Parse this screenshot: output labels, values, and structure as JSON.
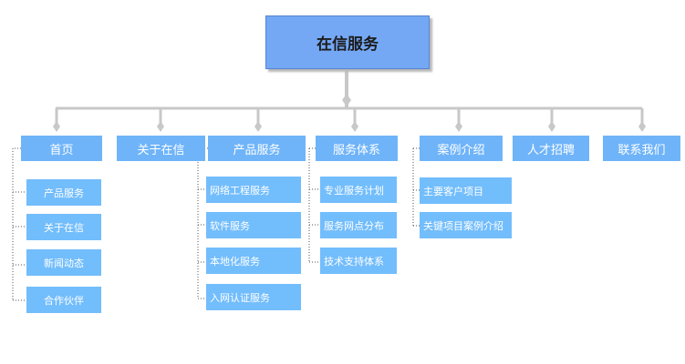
{
  "root": {
    "label": "在信服务"
  },
  "sections": [
    {
      "label": "首页",
      "items": [
        "产品服务",
        "关于在信",
        "新闻动态",
        "合作伙伴"
      ]
    },
    {
      "label": "关于在信",
      "items": []
    },
    {
      "label": "产品服务",
      "items": [
        "网络工程服务",
        "软件服务",
        "本地化服务",
        "入网认证服务"
      ]
    },
    {
      "label": "服务体系",
      "items": [
        "专业服务计划",
        "服务网点分布",
        "技术支持体系"
      ]
    },
    {
      "label": "案例介绍",
      "items": [
        "主要客户项目",
        "关键项目案例介绍"
      ]
    },
    {
      "label": "人才招聘",
      "items": []
    },
    {
      "label": "联系我们",
      "items": []
    }
  ],
  "colors": {
    "root_fill": "#74a8f5",
    "level1_fill": "#6fb4f9",
    "level2_fill": "#72bdfc",
    "connector": "#c8c8c8"
  }
}
